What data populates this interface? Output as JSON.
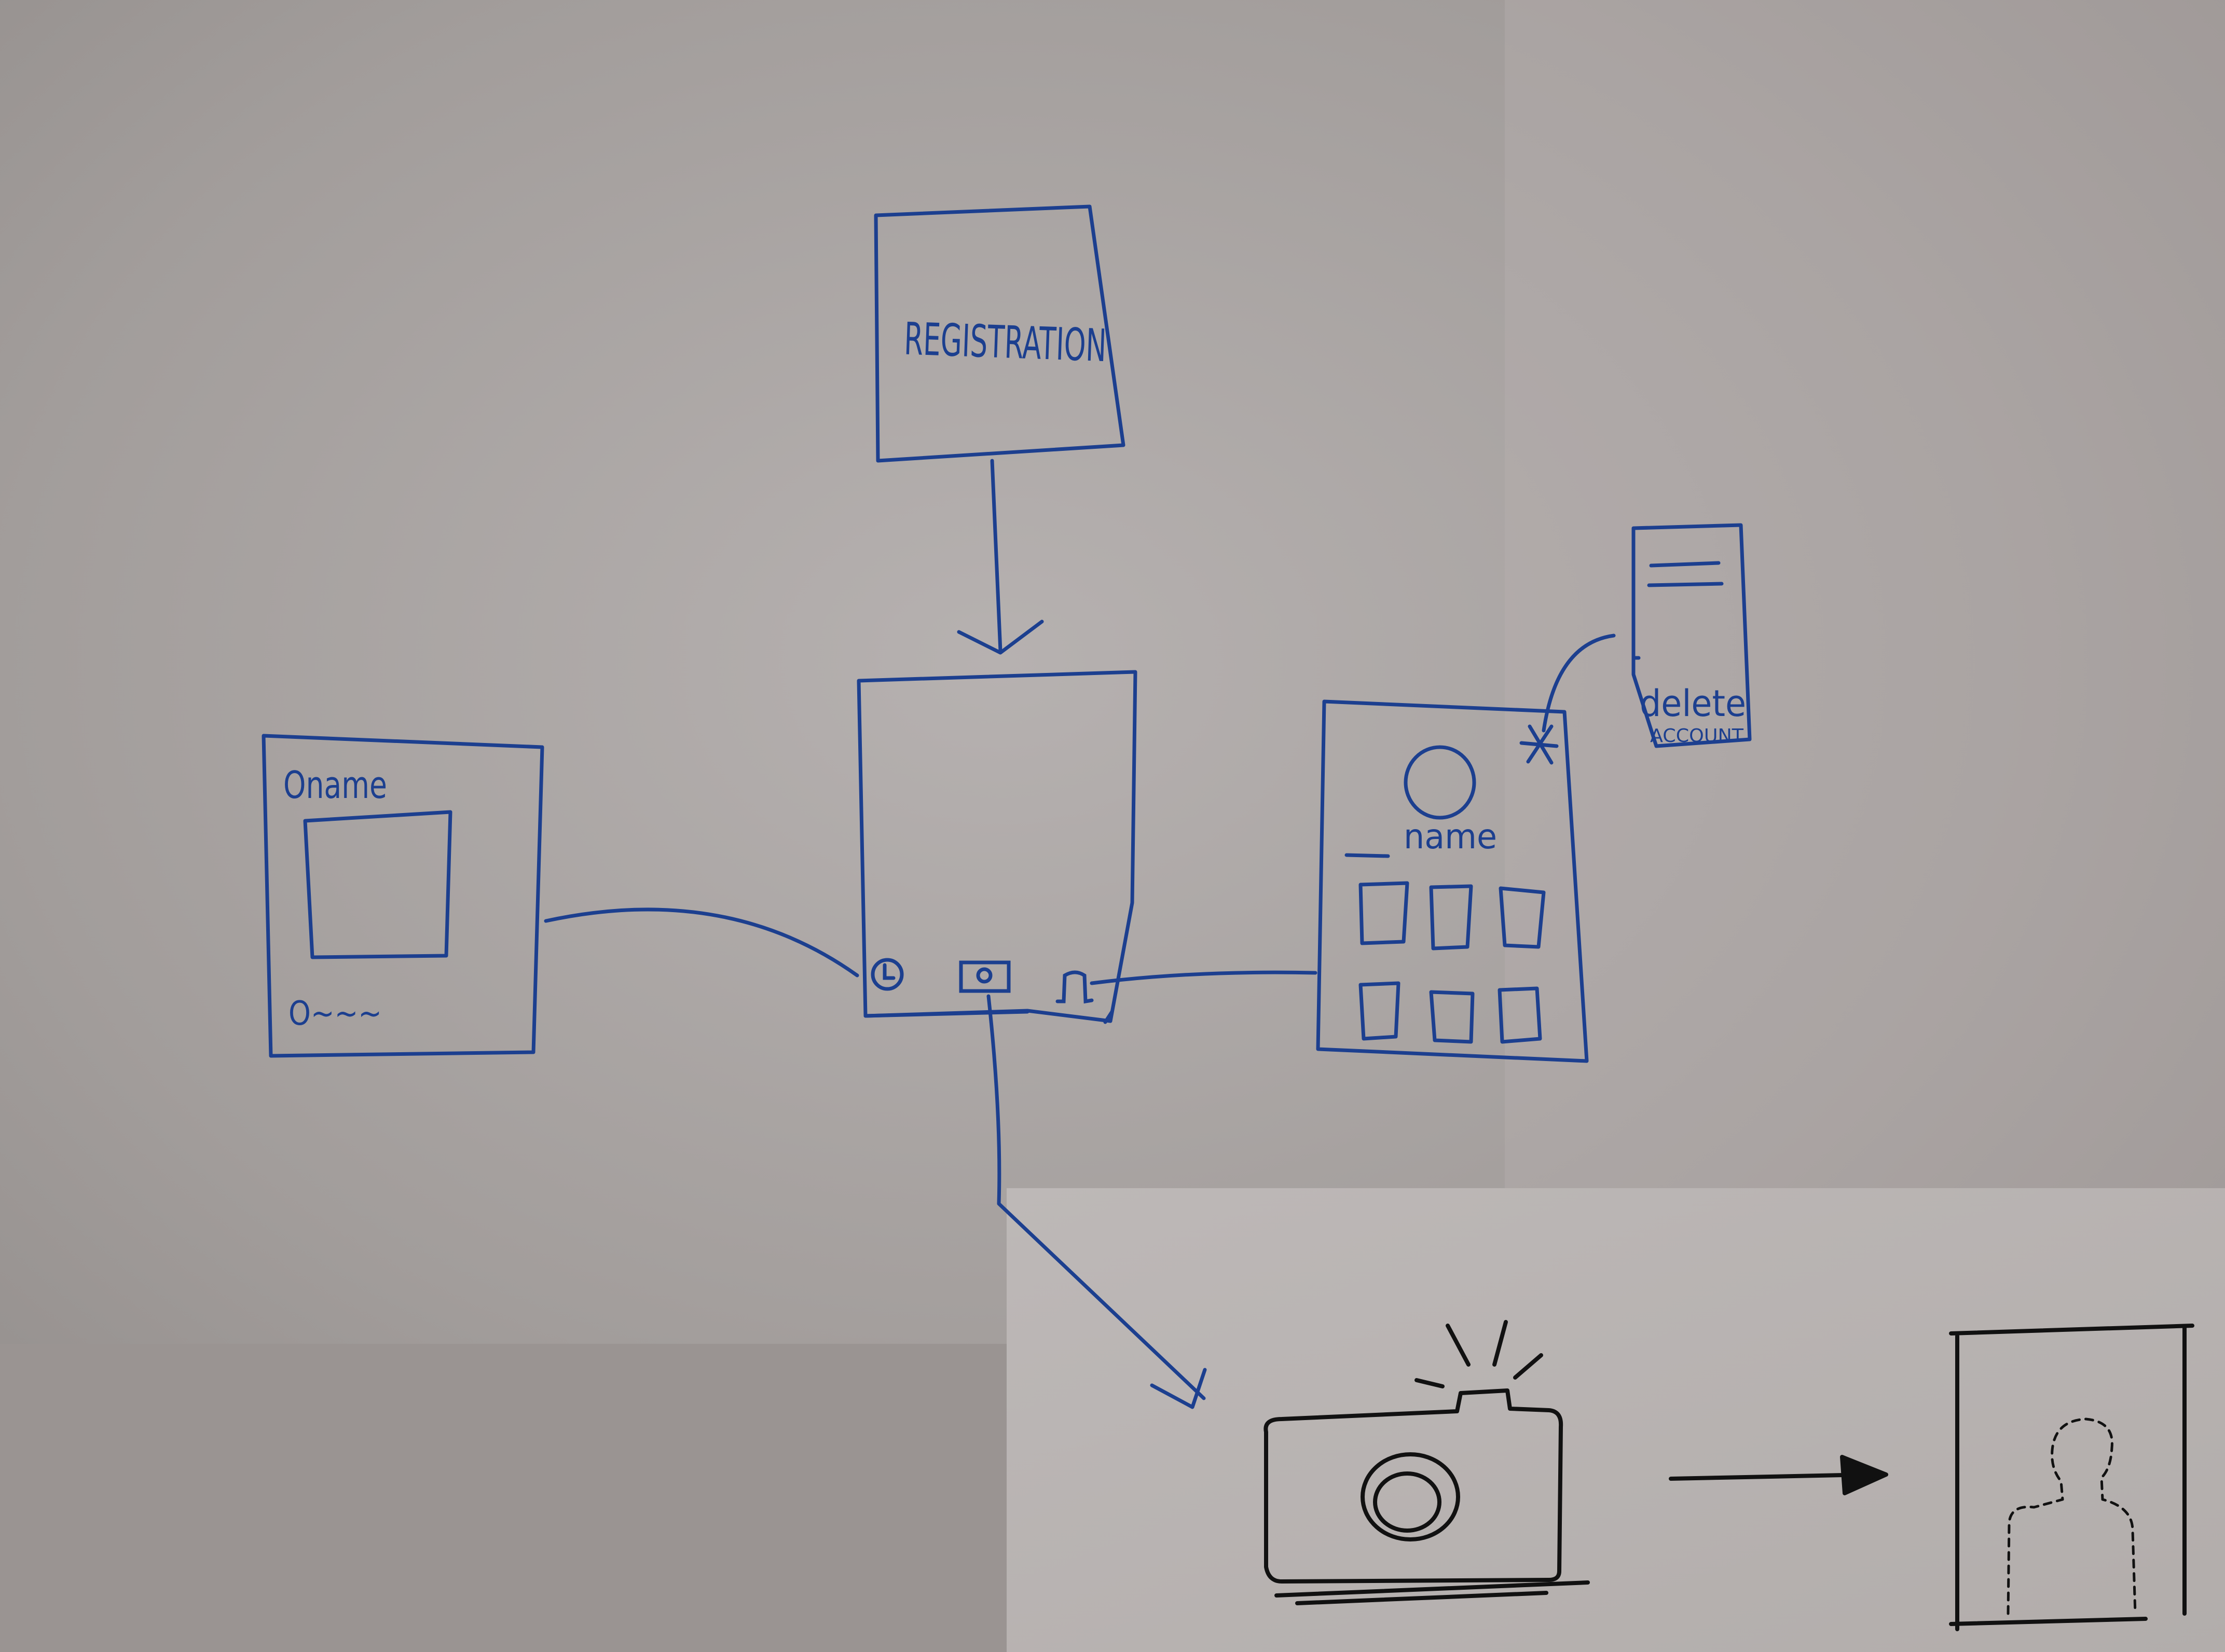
{
  "colors": {
    "marker_blue": "#1c3f8f",
    "pen_black": "#111111",
    "whiteboard_left": "#a8a3a1",
    "whiteboard_right": "#b3adab",
    "paper": "#bdb8b7"
  },
  "registration": {
    "label": "REGISTRATION"
  },
  "post_screen": {
    "title": "Oname",
    "caption": "O~~~"
  },
  "home_screen": {
    "nav_icons": [
      "clock-icon",
      "camera-icon",
      "profile-icon"
    ]
  },
  "profile_screen": {
    "name_label": "name",
    "settings_icon": "asterisk-icon",
    "grid_rows": 2,
    "grid_cols": 3
  },
  "menu_popup": {
    "delete_label": "delete",
    "account_label": "ACCOUNT"
  },
  "camera_flow": {
    "icons": [
      "camera-icon",
      "arrow-right-icon",
      "portrait-icon"
    ]
  }
}
